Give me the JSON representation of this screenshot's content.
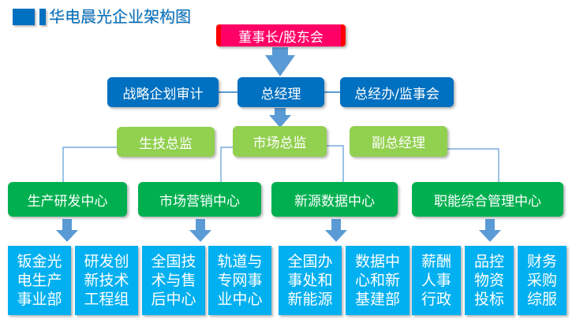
{
  "title": "华电晨光企业架构图",
  "top": {
    "board": "董事长/股东会"
  },
  "executive": {
    "left": "战略企划审计",
    "center": "总经理",
    "right": "总经办/监事会"
  },
  "directors": [
    {
      "label": "生技总监"
    },
    {
      "label": "市场总监"
    },
    {
      "label": "副总经理"
    }
  ],
  "centers": [
    {
      "label": "生产研发中心"
    },
    {
      "label": "市场营销中心"
    },
    {
      "label": "新源数据中心"
    },
    {
      "label": "职能综合管理中心"
    }
  ],
  "departments": [
    {
      "lines": [
        "钣金光",
        "电生产",
        "事业部"
      ]
    },
    {
      "lines": [
        "研发创",
        "新技术",
        "工程组"
      ]
    },
    {
      "lines": [
        "全国技",
        "术与售",
        "后中心"
      ]
    },
    {
      "lines": [
        "轨道与",
        "专网事",
        "业中心"
      ]
    },
    {
      "lines": [
        "全国办",
        "事处和",
        "新能源"
      ]
    },
    {
      "lines": [
        "数据中",
        "心和新",
        "基建部"
      ]
    },
    {
      "lines": [
        "薪酬",
        "人事",
        "行政"
      ]
    },
    {
      "lines": [
        "品控",
        "物资",
        "投标"
      ]
    },
    {
      "lines": [
        "财务",
        "采购",
        "综服"
      ]
    }
  ],
  "colors": {
    "title": "#0070c0",
    "board": "#ff0066",
    "executive": "#0070c0",
    "directors": "#92d050",
    "centers": "#00b050",
    "departments": "#00b0f0",
    "arrows": "#5b9bd5",
    "connectors": "#5b9bd5"
  }
}
